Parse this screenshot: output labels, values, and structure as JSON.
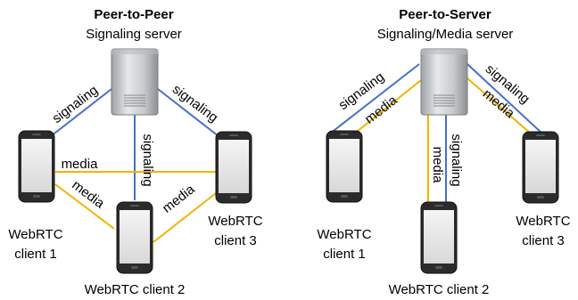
{
  "left": {
    "title": "Peer-to-Peer",
    "subtitle": "Signaling server",
    "signaling": "signaling",
    "media": "media",
    "client1": [
      "WebRTC",
      "client 1"
    ],
    "client2": "WebRTC client 2",
    "client3": [
      "WebRTC",
      "client 3"
    ]
  },
  "right": {
    "title": "Peer-to-Server",
    "subtitle": "Signaling/Media server",
    "signaling": "signaling",
    "media": "media",
    "client1": [
      "WebRTC",
      "client 1"
    ],
    "client2": "WebRTC client 2",
    "client3": [
      "WebRTC",
      "client 3"
    ]
  },
  "colors": {
    "signaling": "#4472c4",
    "media": "#f2b400"
  }
}
